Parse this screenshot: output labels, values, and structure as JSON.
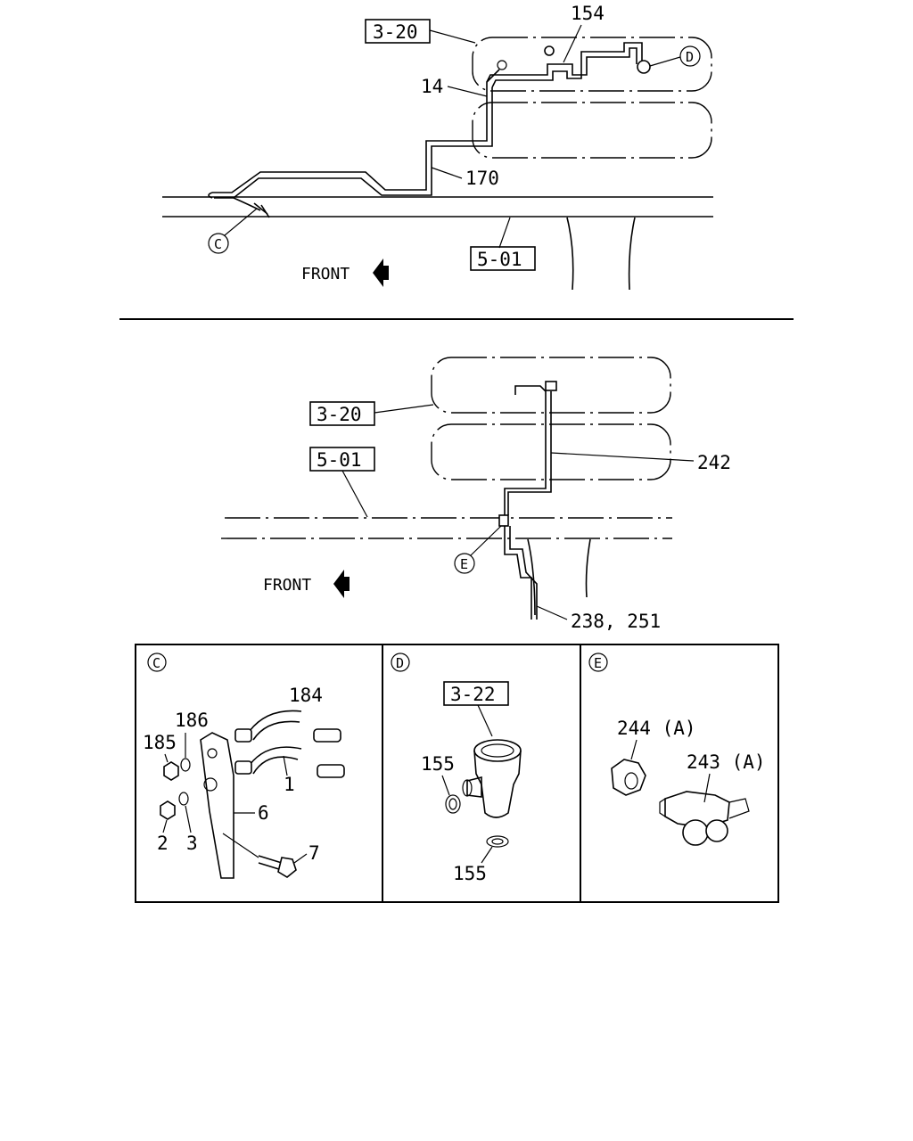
{
  "top_view": {
    "ref_tank": "3-20",
    "ref_frame": "5-01",
    "callouts": {
      "c154": "154",
      "c14": "14",
      "c170": "170"
    },
    "circle_c": "C",
    "circle_d": "D",
    "front_label": "FRONT"
  },
  "bottom_view": {
    "ref_tank": "3-20",
    "ref_frame": "5-01",
    "callouts": {
      "c242": "242",
      "c238_251": "238, 251"
    },
    "circle_e": "E",
    "front_label": "FRONT"
  },
  "detail_c": {
    "title": "C",
    "callouts": {
      "c184": "184",
      "c186": "186",
      "c185": "185",
      "c1": "1",
      "c6": "6",
      "c2": "2",
      "c3": "3",
      "c7": "7"
    }
  },
  "detail_d": {
    "title": "D",
    "ref_box": "3-22",
    "callouts": {
      "c155_top": "155",
      "c155_bottom": "155"
    }
  },
  "detail_e": {
    "title": "E",
    "callouts": {
      "c244": "244 (A)",
      "c243": "243 (A)"
    }
  },
  "icons": [
    "front-arrow-icon"
  ]
}
